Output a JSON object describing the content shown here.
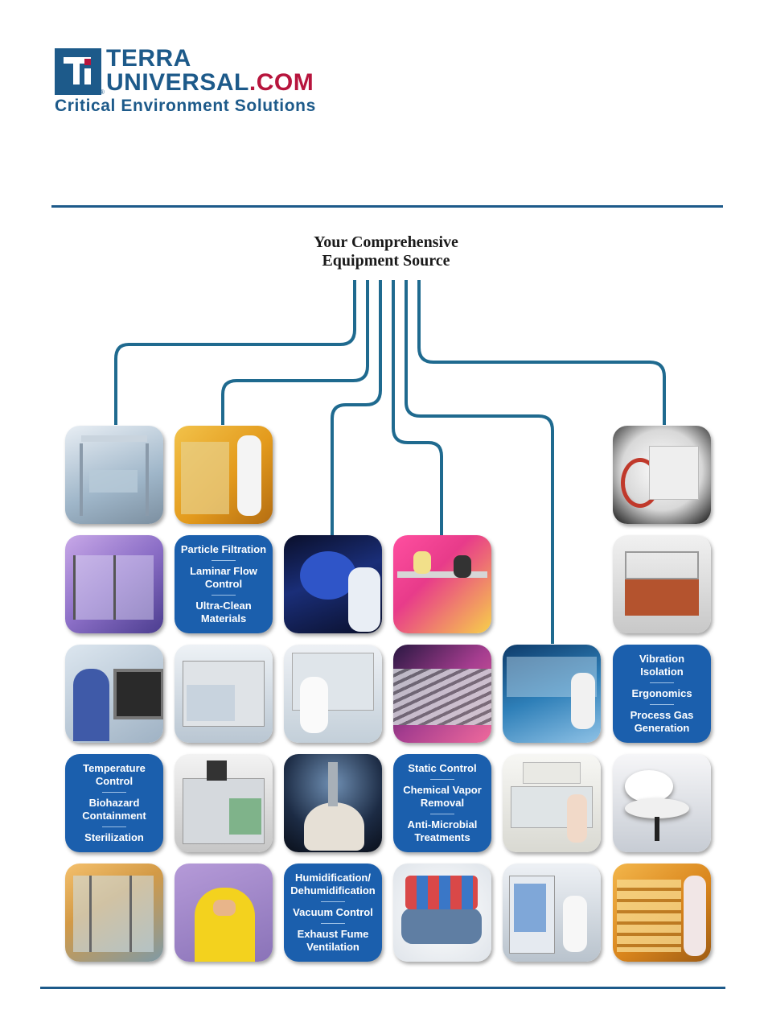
{
  "logo": {
    "line1": "TERRA",
    "line2_main": "UNIVERSAL",
    "line2_suffix": ".COM",
    "registered": "®",
    "tagline": "Critical Environment Solutions"
  },
  "headline": {
    "line1": "Your Comprehensive",
    "line2": "Equipment Source"
  },
  "text_tiles": {
    "t1": [
      "Particle Filtration",
      "Laminar Flow Control",
      "Ultra-Clean Materials"
    ],
    "t2": [
      "Vibration Isolation",
      "Ergonomics",
      "Process Gas Generation"
    ],
    "t3": [
      "Temperature Control",
      "Biohazard Containment",
      "Sterilization"
    ],
    "t4": [
      "Static Control",
      "Chemical Vapor Removal",
      "Anti-Microbial Treatments"
    ],
    "t5": [
      "Humidification/ Dehumidification",
      "Vacuum Control",
      "Exhaust Fume Ventilation"
    ]
  },
  "colors": {
    "brand_blue": "#1d5a8a",
    "brand_red": "#b7153d",
    "tile_blue": "#1b5fad",
    "connector": "#1f6a8f"
  }
}
